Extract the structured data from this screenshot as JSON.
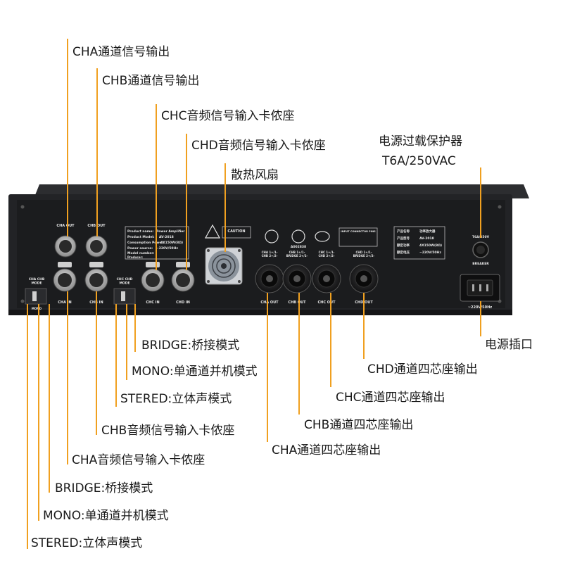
{
  "panel": {
    "xlr_out": [
      "CHA OUT",
      "CHB OUT"
    ],
    "xlr_in_cha": "CHA  IN",
    "xlr_in_chb": "CHB  IN",
    "xlr_in_chc": "CHC  IN",
    "xlr_in_chd": "CHD  IN",
    "mode_ab": "CHA CHB\nMODE",
    "mode_cd": "CHC CHD\nMODE",
    "mode_label": "MONO",
    "speakon_out": [
      "CHA OUT",
      "CHB OUT",
      "CHC OUT",
      "CHD OUT"
    ],
    "speakon_head": [
      "CHA 1+/1-\nCHB 2+/2-",
      "CHB 1+/1-\nBRIDGE 2+/2-",
      "CHC 1+/1-\nCHD 2+/2-",
      "CHD 1+/1-\nBRIDGE 2+/2-"
    ],
    "product_name_label": "Product name:",
    "product_name_value": "Power Amplifier",
    "product_model_label": "Product Model:",
    "product_model_value": "AV-2018",
    "consumption_label": "Consumption Power:",
    "consumption_value": "4X150W(8Ω)",
    "power_source_label": "Power source:",
    "power_source_value": "~220V/50Hz",
    "model_number_label": "Model number:",
    "producer_label": "Producer:",
    "caution_title": "CAUTION",
    "cn_name_label": "产品名称",
    "cn_name_value": "功率放大器",
    "cn_model_label": "产品型号",
    "cn_model_value": "AV-2018",
    "cn_power_label": "额定功率",
    "cn_power_value": "4X150W(8Ω)",
    "cn_voltage_label": "额定电压",
    "cn_voltage_value": "~220V/50Hz",
    "input_modes": "INPUT CONNECTOR PINS",
    "fuse_label": "T6A/250V",
    "breaker_label": "BREAKER",
    "power_label": "~220V/50Hz",
    "cert": "A002838"
  },
  "labels": {
    "cha_signal_out": "CHA通道信号输出",
    "chb_signal_out": "CHB通道信号输出",
    "chc_input_seat": "CHC音频信号输入卡侬座",
    "chd_input_seat": "CHD音频信号输入卡侬座",
    "fan": "散热风扇",
    "breaker_line1": "电源过载保护器",
    "breaker_line2": "T6A/250VAC",
    "power_socket": "电源插口",
    "chd_speakon": "CHD通道四芯座输出",
    "chc_speakon": "CHC通道四芯座输出",
    "chb_speakon": "CHB通道四芯座输出",
    "cha_speakon": "CHA通道四芯座输出",
    "bridge_cd": "BRIDGE:桥接模式",
    "mono_cd": "MONO:单通道并机模式",
    "stered_cd": "STERED:立体声模式",
    "chb_input_seat": "CHB音频信号输入卡侬座",
    "cha_input_seat": "CHA音频信号输入卡侬座",
    "bridge_ab": "BRIDGE:桥接模式",
    "mono_ab": "MONO:单通道并机模式",
    "stered_ab": "STERED:立体声模式"
  },
  "colors": {
    "leader": "#f0a020",
    "chassis": "#232426",
    "panel": "#1b1c1e"
  }
}
